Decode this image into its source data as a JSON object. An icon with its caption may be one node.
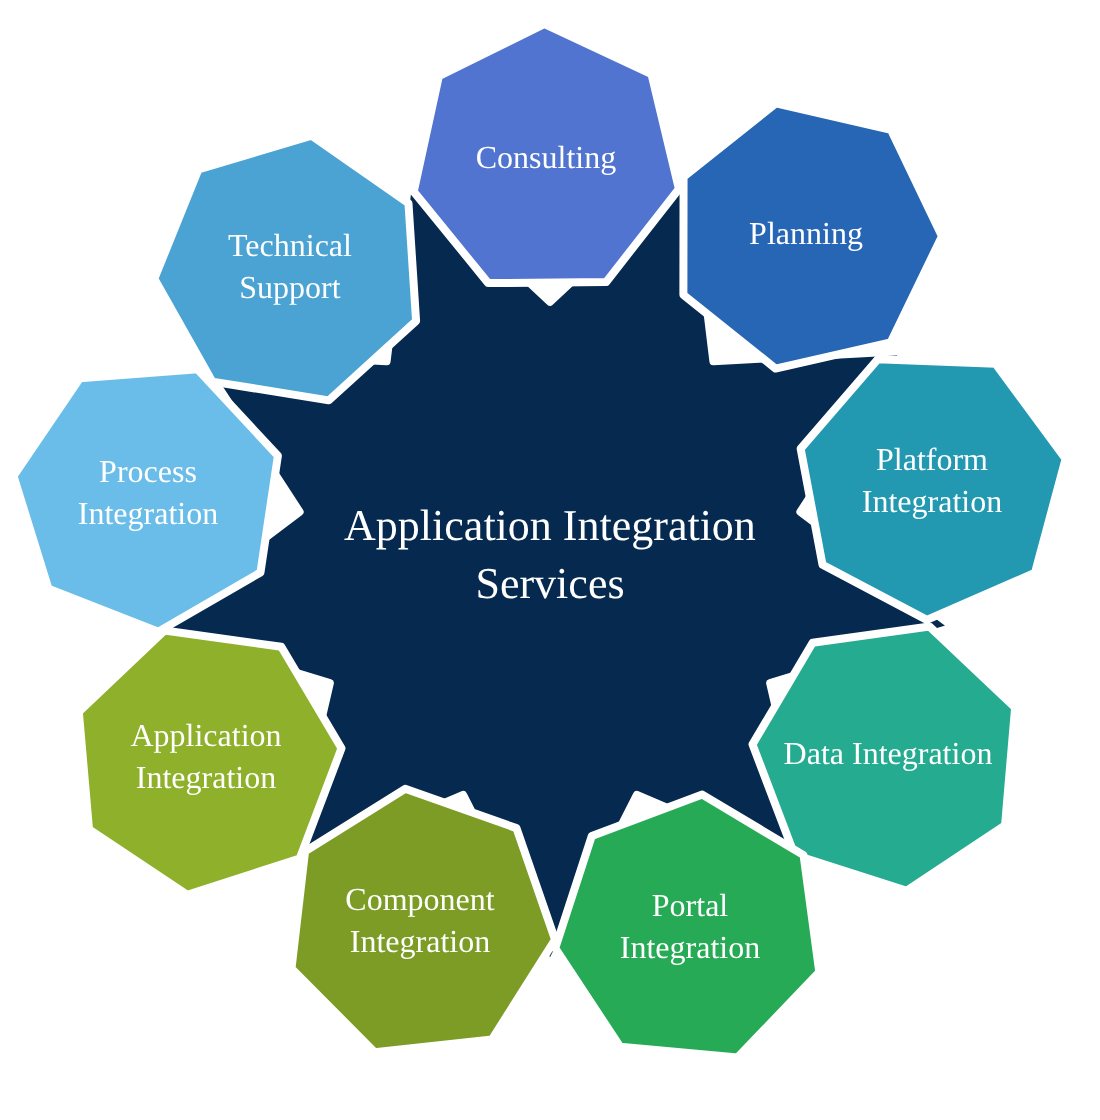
{
  "diagram": {
    "nodes": [
      {
        "text": [
          "Application Integration Services"
        ]
      },
      {
        "text": [
          "Consulting"
        ]
      },
      {
        "text": [
          "Planning"
        ]
      },
      {
        "text": [
          "Platform Integration"
        ]
      },
      {
        "text": [
          "Data Integration"
        ]
      },
      {
        "text": [
          "Portal Integration"
        ]
      },
      {
        "text": [
          "Component Integration"
        ]
      },
      {
        "text": [
          "Application Integration"
        ]
      },
      {
        "text": [
          "Process Integration"
        ]
      },
      {
        "text": [
          "Technical Support"
        ]
      }
    ]
  }
}
